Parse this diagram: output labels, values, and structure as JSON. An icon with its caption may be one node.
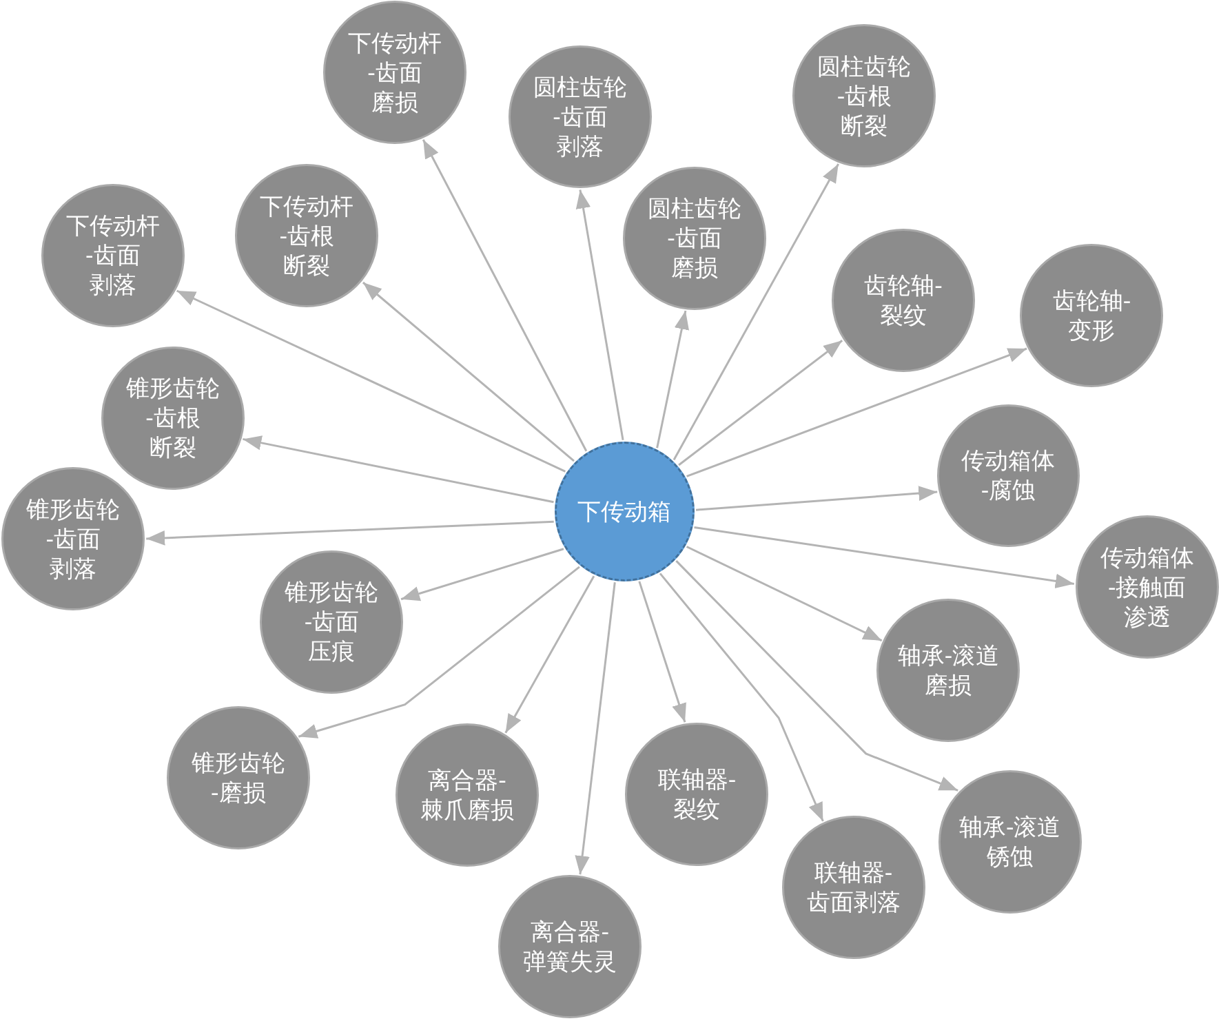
{
  "diagram": {
    "nodes": [
      {
        "text": [
          "下传动箱"
        ]
      },
      {
        "text": [
          "下传动杆-齿面磨损"
        ]
      },
      {
        "text": [
          "圆柱齿轮-齿面剥落"
        ]
      },
      {
        "text": [
          "圆柱齿轮-齿根断裂"
        ]
      },
      {
        "text": [
          "下传动杆-齿根断裂"
        ]
      },
      {
        "text": [
          "圆柱齿轮-齿面磨损"
        ]
      },
      {
        "text": [
          "下传动杆-齿面剥落"
        ]
      },
      {
        "text": [
          "齿轮轴-裂纹"
        ]
      },
      {
        "text": [
          "齿轮轴-变形"
        ]
      },
      {
        "text": [
          "锥形齿轮-齿根断裂"
        ]
      },
      {
        "text": [
          "传动箱体-腐蚀"
        ]
      },
      {
        "text": [
          "锥形齿轮-齿面剥落"
        ]
      },
      {
        "text": [
          "传动箱体-接触面渗透"
        ]
      },
      {
        "text": [
          "锥形齿轮-齿面压痕"
        ]
      },
      {
        "text": [
          "轴承-滚道磨损"
        ]
      },
      {
        "text": [
          "锥形齿轮-磨损"
        ]
      },
      {
        "text": [
          "离合器-棘爪磨损"
        ]
      },
      {
        "text": [
          "联轴器-裂纹"
        ]
      },
      {
        "text": [
          "轴承-滚道锈蚀"
        ]
      },
      {
        "text": [
          "联轴器-齿面剥落"
        ]
      },
      {
        "text": [
          "离合器-弹簧失灵"
        ]
      }
    ],
    "edges": [
      {
        "from": 0,
        "to": 1,
        "arrow": "to"
      },
      {
        "from": 0,
        "to": 2,
        "arrow": "to"
      },
      {
        "from": 0,
        "to": 3,
        "arrow": "to"
      },
      {
        "from": 0,
        "to": 4,
        "arrow": "to"
      },
      {
        "from": 0,
        "to": 5,
        "arrow": "to"
      },
      {
        "from": 0,
        "to": 6,
        "arrow": "to"
      },
      {
        "from": 0,
        "to": 7,
        "arrow": "to"
      },
      {
        "from": 0,
        "to": 8,
        "arrow": "to"
      },
      {
        "from": 0,
        "to": 9,
        "arrow": "to"
      },
      {
        "from": 0,
        "to": 10,
        "arrow": "to"
      },
      {
        "from": 0,
        "to": 11,
        "arrow": "to"
      },
      {
        "from": 0,
        "to": 12,
        "arrow": "to"
      },
      {
        "from": 0,
        "to": 13,
        "arrow": "to"
      },
      {
        "from": 0,
        "to": 14,
        "arrow": "to"
      },
      {
        "from": 0,
        "to": 15,
        "arrow": "to"
      },
      {
        "from": 0,
        "to": 16,
        "arrow": "to"
      },
      {
        "from": 0,
        "to": 17,
        "arrow": "to"
      },
      {
        "from": 0,
        "to": 18,
        "arrow": "to"
      },
      {
        "from": 0,
        "to": 19,
        "arrow": "to"
      },
      {
        "from": 0,
        "to": 20,
        "arrow": "to"
      }
    ]
  }
}
